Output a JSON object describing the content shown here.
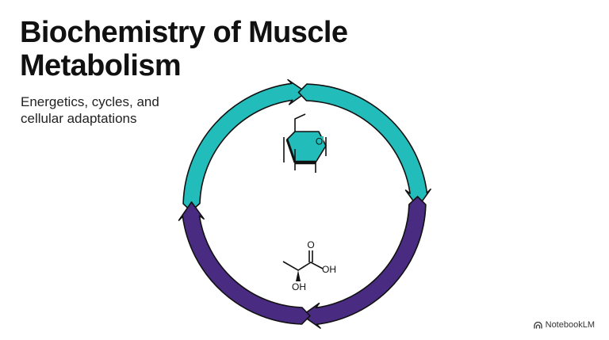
{
  "slide": {
    "title_lines": [
      "Biochemistry of Muscle",
      "Metabolism"
    ],
    "subtitle_lines": [
      "Energetics, cycles, and",
      "cellular adaptations"
    ]
  },
  "diagram": {
    "top_arc_color": "#22BDBA",
    "bottom_arc_color": "#4A2B82",
    "outline_color": "#111111",
    "top_molecule": {
      "icon": "glucose-ring-icon",
      "ring_atom_label": "O",
      "ring_fill": "#22BDBA"
    },
    "bottom_molecule": {
      "icon": "lactic-acid-icon",
      "labels": {
        "carbonyl_o": "O",
        "acid_oh": "OH",
        "alcohol_oh": "OH"
      }
    }
  },
  "footer": {
    "brand_icon": "notebooklm-logo-icon",
    "brand_label": "NotebookLM"
  }
}
